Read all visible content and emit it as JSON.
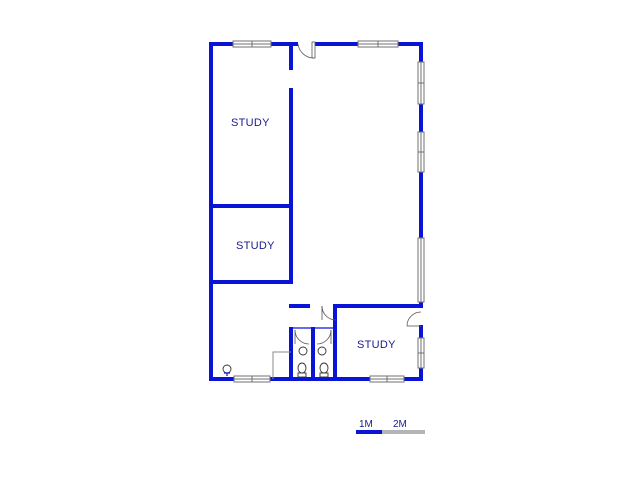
{
  "rooms": [
    {
      "label": "STUDY"
    },
    {
      "label": "STUDY"
    },
    {
      "label": "STUDY"
    }
  ],
  "scale": {
    "label_1": "1M",
    "label_2": "2M"
  },
  "colors": {
    "wall": "#0a14d6",
    "label": "#1a1a8c",
    "scale_dark": "#0a14d6",
    "scale_light": "#b4b4b4"
  }
}
